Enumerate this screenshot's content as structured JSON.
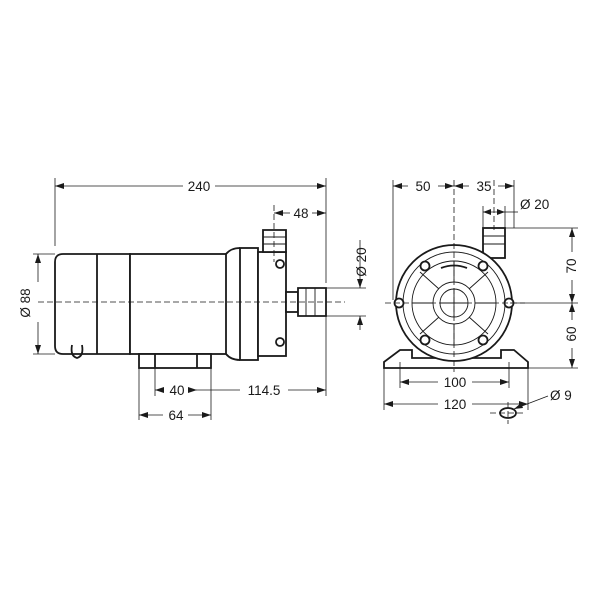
{
  "side_view": {
    "dims": {
      "overall_length": "240",
      "outlet_offset": "48",
      "outlet_diameter": "Ø 20",
      "body_diameter": "Ø 88",
      "foot_width": "40",
      "foot_to_end": "114.5",
      "foot_span": "64"
    }
  },
  "front_view": {
    "dims": {
      "left_offset": "50",
      "right_offset": "35",
      "outlet_diameter": "Ø 20",
      "height_upper": "70",
      "height_lower": "60",
      "base_inner": "100",
      "base_outer": "120",
      "hole_diameter": "Ø 9"
    }
  }
}
